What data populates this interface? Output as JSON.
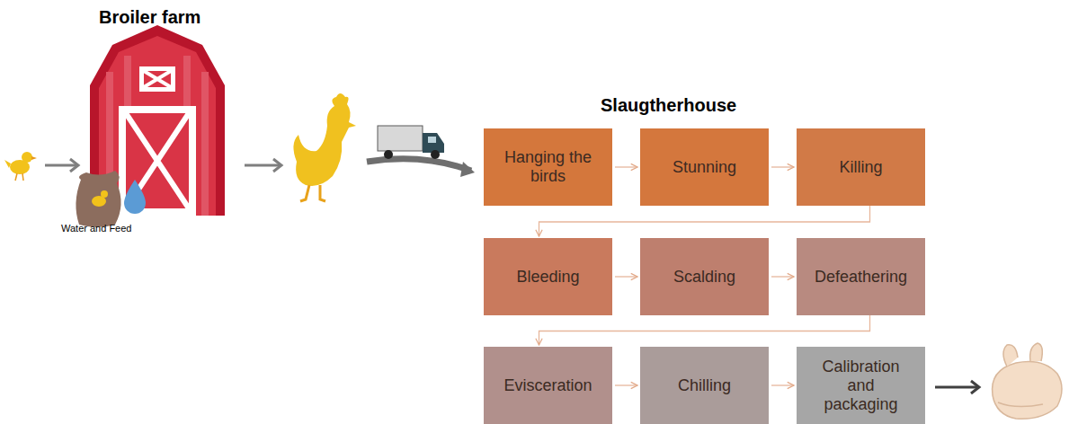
{
  "diagram": {
    "nodes": [
      {
        "text": [
          "Hanging the birds"
        ]
      },
      {
        "text": [
          "Stunning"
        ]
      },
      {
        "text": [
          "Killing"
        ]
      },
      {
        "text": [
          "Bleeding"
        ]
      },
      {
        "text": [
          "Scalding"
        ]
      },
      {
        "text": [
          "Defeathering"
        ]
      },
      {
        "text": [
          "Evisceration"
        ]
      },
      {
        "text": [
          "Chilling"
        ]
      },
      {
        "text": [
          "Calibration and packaging"
        ]
      }
    ],
    "edges": [
      {
        "from": 0,
        "to": 1,
        "arrow": "to"
      },
      {
        "from": 1,
        "to": 2,
        "arrow": "to"
      },
      {
        "from": 2,
        "to": 3,
        "arrow": "to"
      },
      {
        "from": 3,
        "to": 4,
        "arrow": "to"
      },
      {
        "from": 4,
        "to": 5,
        "arrow": "to"
      },
      {
        "from": 5,
        "to": 6,
        "arrow": "to"
      },
      {
        "from": 6,
        "to": 7,
        "arrow": "to"
      },
      {
        "from": 7,
        "to": 8,
        "arrow": "to"
      }
    ],
    "labels": [
      "Broiler farm",
      "Water and Feed",
      "Slaugtherhouse"
    ]
  }
}
